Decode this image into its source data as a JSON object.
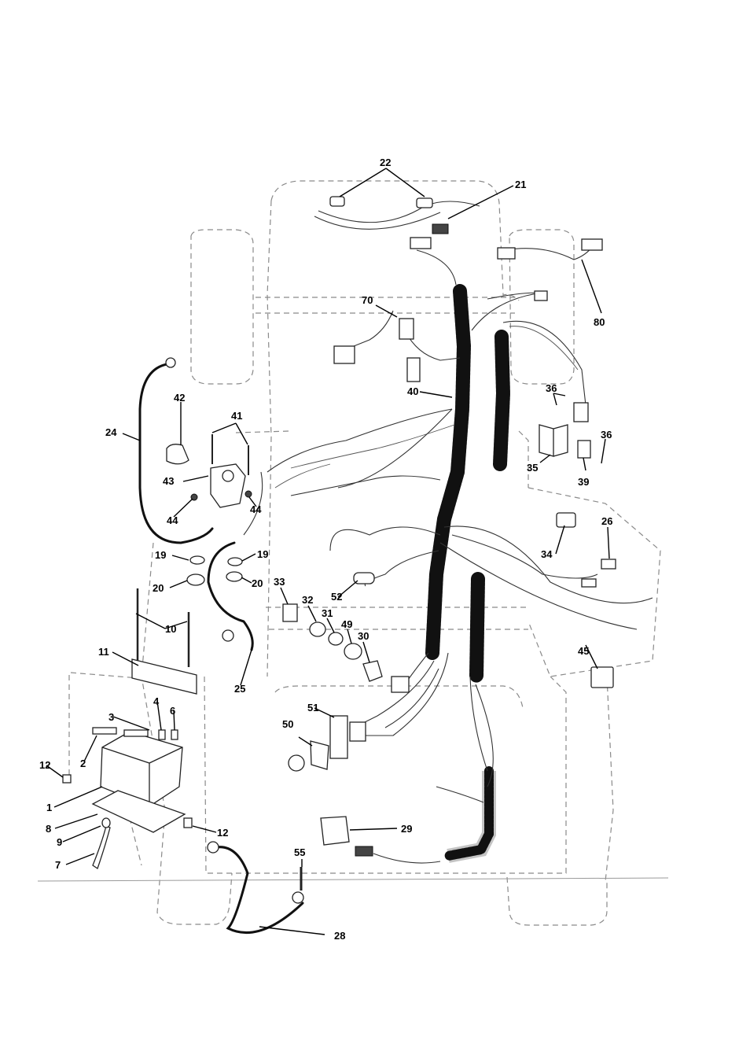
{
  "diagram": {
    "callouts": [
      {
        "id": "c22",
        "text": "22"
      },
      {
        "id": "c21",
        "text": "21"
      },
      {
        "id": "c80",
        "text": "80"
      },
      {
        "id": "c70",
        "text": "70"
      },
      {
        "id": "c40",
        "text": "40"
      },
      {
        "id": "c42",
        "text": "42"
      },
      {
        "id": "c41",
        "text": "41"
      },
      {
        "id": "c24",
        "text": "24"
      },
      {
        "id": "c43",
        "text": "43"
      },
      {
        "id": "c44a",
        "text": "44"
      },
      {
        "id": "c44b",
        "text": "44"
      },
      {
        "id": "c36a",
        "text": "36"
      },
      {
        "id": "c36b",
        "text": "36"
      },
      {
        "id": "c35",
        "text": "35"
      },
      {
        "id": "c39",
        "text": "39"
      },
      {
        "id": "c26",
        "text": "26"
      },
      {
        "id": "c34",
        "text": "34"
      },
      {
        "id": "c19a",
        "text": "19"
      },
      {
        "id": "c19b",
        "text": "19"
      },
      {
        "id": "c20a",
        "text": "20"
      },
      {
        "id": "c20b",
        "text": "20"
      },
      {
        "id": "c33",
        "text": "33"
      },
      {
        "id": "c32",
        "text": "32"
      },
      {
        "id": "c31",
        "text": "31"
      },
      {
        "id": "c49",
        "text": "49"
      },
      {
        "id": "c30",
        "text": "30"
      },
      {
        "id": "c52",
        "text": "52"
      },
      {
        "id": "c45",
        "text": "45"
      },
      {
        "id": "c10",
        "text": "10"
      },
      {
        "id": "c11",
        "text": "11"
      },
      {
        "id": "c25",
        "text": "25"
      },
      {
        "id": "c3",
        "text": "3"
      },
      {
        "id": "c4",
        "text": "4"
      },
      {
        "id": "c6",
        "text": "6"
      },
      {
        "id": "c2",
        "text": "2"
      },
      {
        "id": "c12a",
        "text": "12"
      },
      {
        "id": "c1",
        "text": "1"
      },
      {
        "id": "c8",
        "text": "8"
      },
      {
        "id": "c9",
        "text": "9"
      },
      {
        "id": "c7",
        "text": "7"
      },
      {
        "id": "c12b",
        "text": "12"
      },
      {
        "id": "c51",
        "text": "51"
      },
      {
        "id": "c50",
        "text": "50"
      },
      {
        "id": "c29",
        "text": "29"
      },
      {
        "id": "c55",
        "text": "55"
      },
      {
        "id": "c28",
        "text": "28"
      }
    ]
  }
}
